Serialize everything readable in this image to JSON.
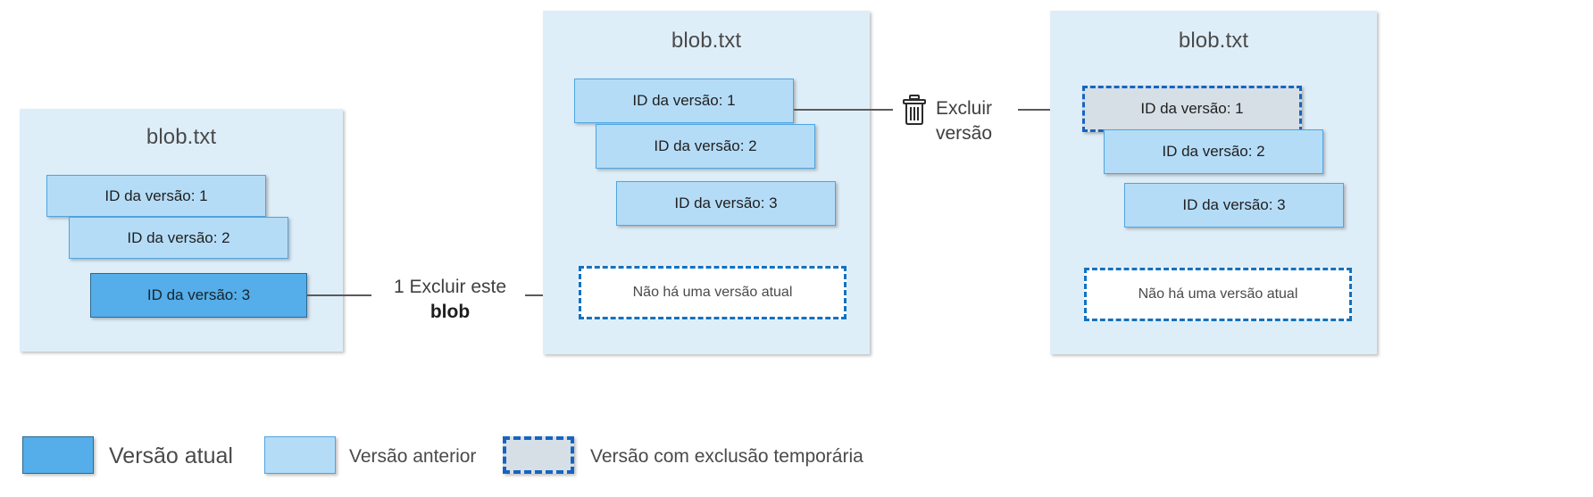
{
  "diagram": {
    "title_hidden": "",
    "colors": {
      "panel_bg": "#deeef9",
      "previous_version": "#b5dcf7",
      "current_version": "#55ade9",
      "soft_deleted": "#d6dfe6",
      "dashed_border": "#1272c0",
      "connector": "#5a5a5a",
      "text": "#3f3f3f"
    },
    "panels": [
      {
        "id": "panel-1",
        "title": "blob.txt",
        "versions": [
          {
            "label": "ID da versão: 1",
            "state": "previous"
          },
          {
            "label": "ID da versão: 2",
            "state": "previous"
          },
          {
            "label": "ID da versão: 3",
            "state": "current"
          }
        ],
        "no_current_version": null
      },
      {
        "id": "panel-2",
        "title": "blob.txt",
        "versions": [
          {
            "label": "ID da versão: 1",
            "state": "previous"
          },
          {
            "label": "ID da versão: 2",
            "state": "previous"
          },
          {
            "label": "ID da versão: 3",
            "state": "previous"
          }
        ],
        "no_current_version": "Não há uma versão atual"
      },
      {
        "id": "panel-3",
        "title": "blob.txt",
        "versions": [
          {
            "label": "ID da versão: 1",
            "state": "soft-deleted"
          },
          {
            "label": "ID da versão: 2",
            "state": "previous"
          },
          {
            "label": "ID da versão: 3",
            "state": "previous"
          }
        ],
        "no_current_version": "Não há uma versão atual"
      }
    ],
    "steps": [
      {
        "id": "step-1",
        "number": "1",
        "line1": "1 Excluir este",
        "line2": "blob",
        "icon": null
      },
      {
        "id": "step-2",
        "number": "",
        "line1": "Excluir",
        "line2": "versão",
        "icon": "trash-icon"
      }
    ],
    "legend": [
      {
        "id": "legend-current",
        "label": "Versão atual",
        "state": "current"
      },
      {
        "id": "legend-previous",
        "label": "Versão anterior",
        "state": "previous"
      },
      {
        "id": "legend-softdel",
        "label": "Versão com exclusão temporária",
        "state": "soft-deleted"
      }
    ]
  }
}
